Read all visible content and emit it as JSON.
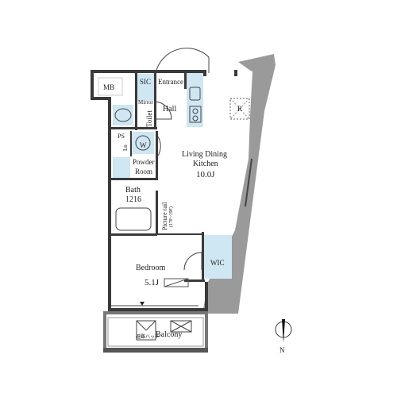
{
  "rooms": {
    "mb": "MB",
    "sic": "SIC",
    "entrance": "Entrance",
    "mirror": "Mirror",
    "hall": "Hall",
    "toilet": "Toilet",
    "ps": "PS",
    "w": "W",
    "powder_line1": "Powder",
    "powder_line2": "Room",
    "bath_line1": "Bath",
    "bath_line2": "1216",
    "ldk_line1": "Living Dining",
    "ldk_line2": "Kitchen",
    "ldk_size": "10.0J",
    "picture_rail": "Picture rail",
    "picture_rail_note": "(17F~19F)",
    "refrigerator": "R",
    "wic": "WIC",
    "bedroom": "Bedroom",
    "bedroom_size": "5.1J",
    "balcony": "Balcony",
    "evac_hatch": "避難ハッチ",
    "ln": "Ln"
  },
  "compass": {
    "north": "N"
  }
}
